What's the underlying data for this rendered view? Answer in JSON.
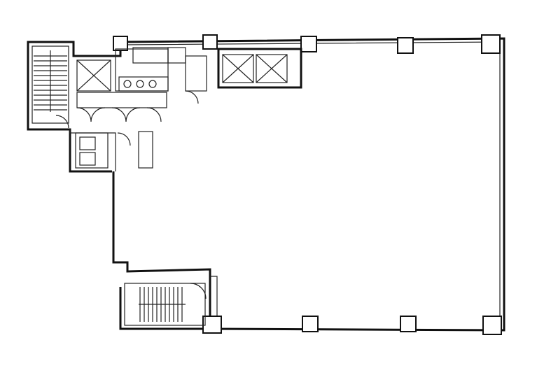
{
  "plan": {
    "line_color": "#111111",
    "background": "#ffffff",
    "columns": 9,
    "elevators": 3,
    "stairs": 2
  }
}
